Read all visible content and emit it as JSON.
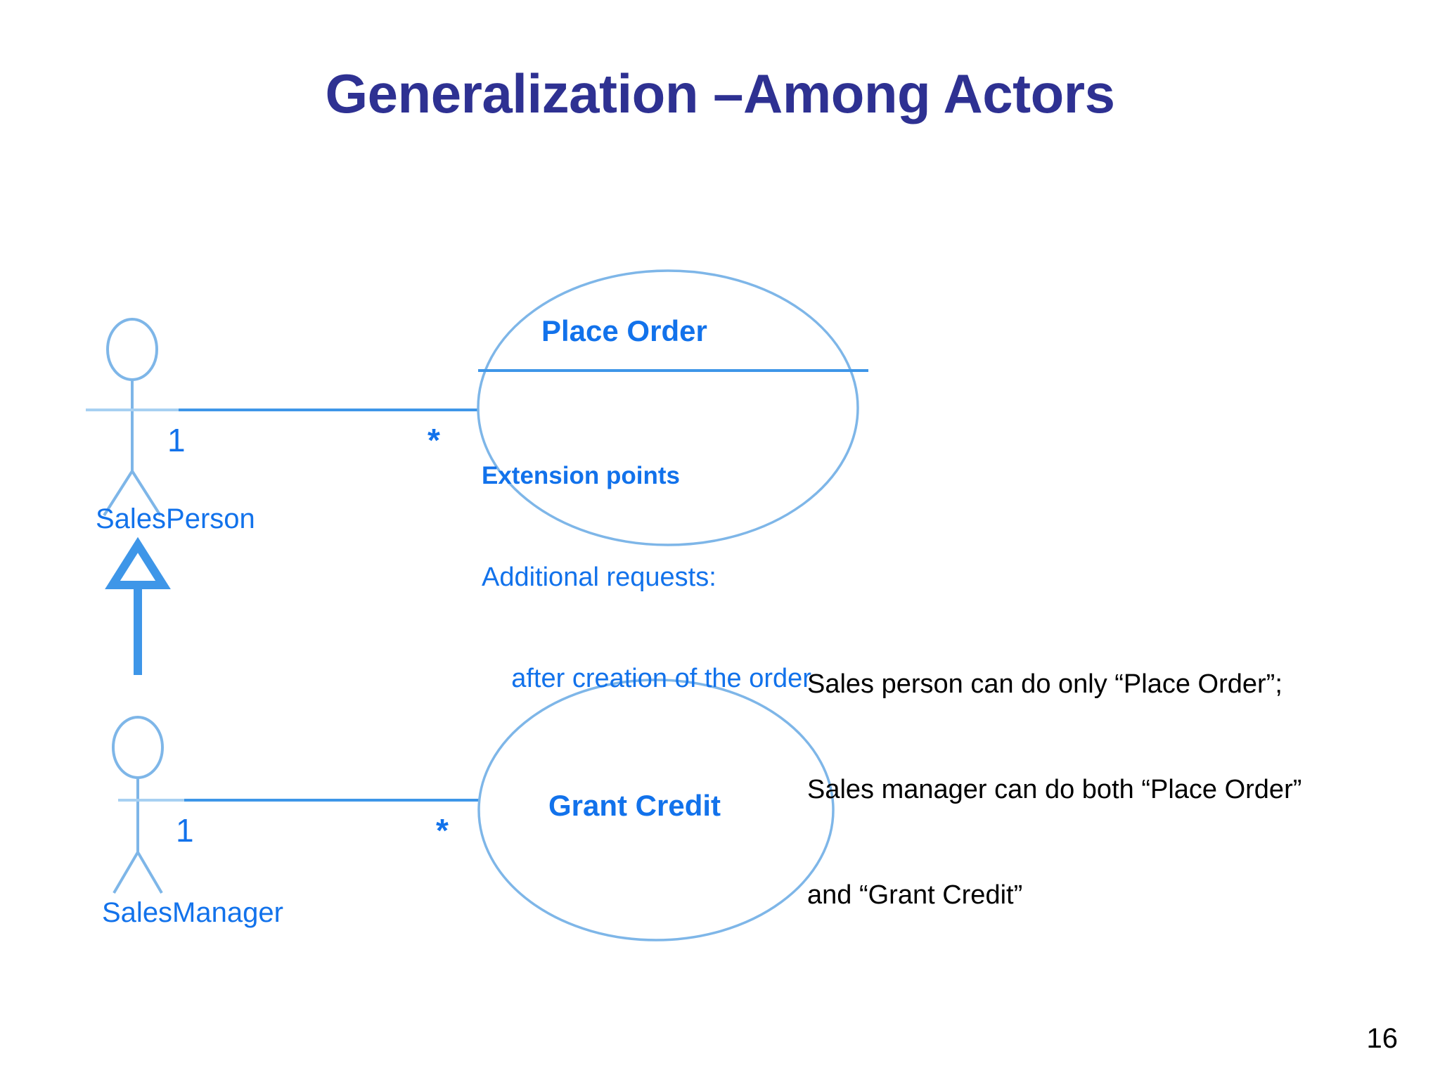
{
  "slide": {
    "title": "Generalization –Among Actors",
    "page_number": "16",
    "title_color": "#2E3192",
    "accent_color": "#1272EB",
    "outline_color": "#7EB6E8",
    "note_color": "#000000"
  },
  "use_cases": [
    {
      "id": "place-order",
      "name": "Place Order",
      "compartment_header": "Extension points",
      "compartment_lines": [
        "Additional requests:",
        "    after creation of the order"
      ]
    },
    {
      "id": "grant-credit",
      "name": "Grant Credit"
    }
  ],
  "actors": [
    {
      "id": "sales-person",
      "label": "SalesPerson",
      "multiplicity": "1"
    },
    {
      "id": "sales-manager",
      "label": "SalesManager",
      "multiplicity": "1"
    }
  ],
  "associations": [
    {
      "from": "sales-person",
      "to": "place-order",
      "actor_multiplicity": "1",
      "usecase_multiplicity": "*"
    },
    {
      "from": "sales-manager",
      "to": "grant-credit",
      "actor_multiplicity": "1",
      "usecase_multiplicity": "*"
    }
  ],
  "generalization": {
    "from": "sales-manager",
    "to": "sales-person",
    "notation": "hollow-triangle-arrow"
  },
  "note": {
    "lines": [
      "Sales person can do only “Place Order”;",
      "Sales manager can do both “Place Order”",
      "and “Grant Credit”"
    ]
  }
}
